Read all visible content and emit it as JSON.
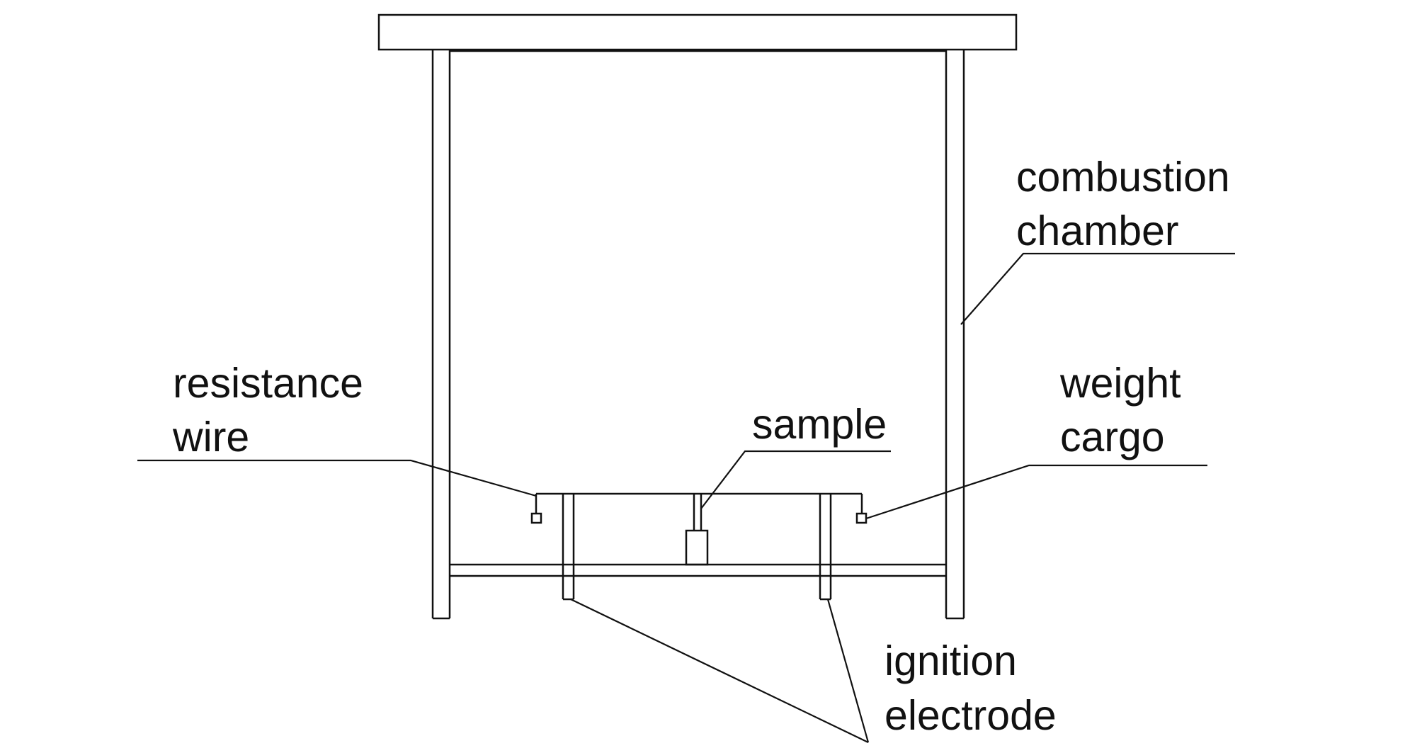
{
  "labels": {
    "combustion_chamber": [
      "combustion",
      "chamber"
    ],
    "resistance_wire": [
      "resistance",
      "wire"
    ],
    "sample": [
      "sample"
    ],
    "weight_cargo": [
      "weight",
      "cargo"
    ],
    "ignition_electrode": [
      "ignition",
      "electrode"
    ]
  },
  "colors": {
    "line": "#111111",
    "background": "#ffffff"
  }
}
